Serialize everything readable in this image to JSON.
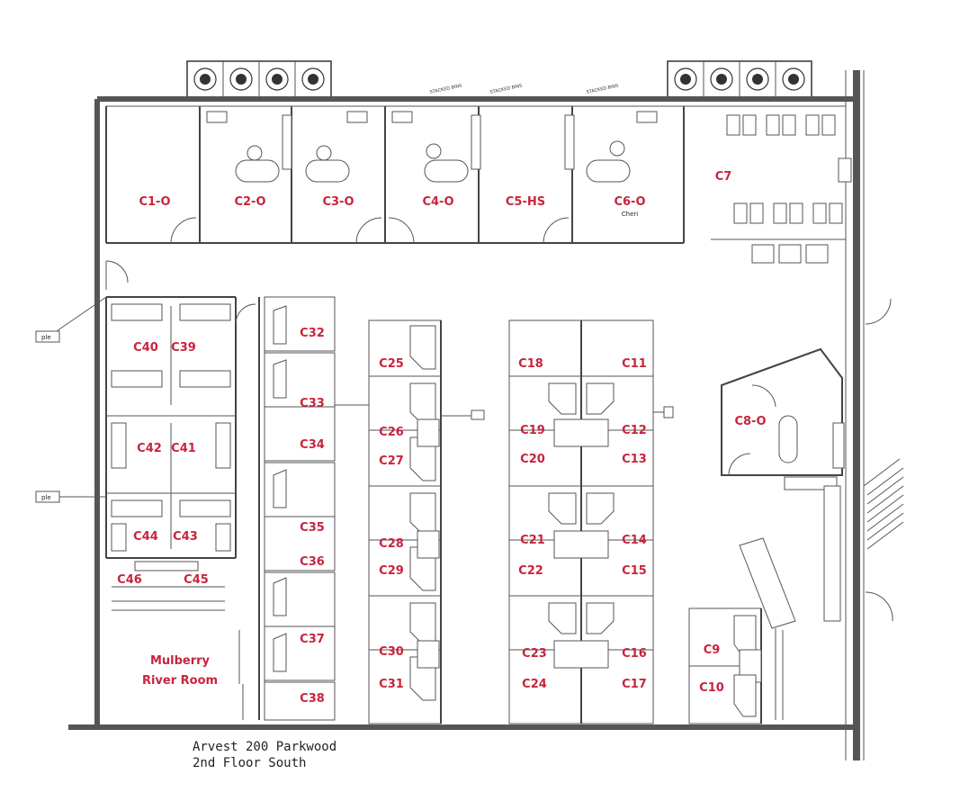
{
  "caption": {
    "line1": "Arvest 200 Parkwood",
    "line2": "2nd Floor South"
  },
  "offices": {
    "c1o": "C1-O",
    "c2o": "C2-O",
    "c3o": "C3-O",
    "c4o": "C4-O",
    "c5hs": "C5-HS",
    "c6o": "C6-O",
    "c6o_note": "Cheri",
    "c7": "C7",
    "c8o": "C8-O"
  },
  "room": {
    "line1": "Mulberry",
    "line2": "River Room"
  },
  "cubicles": {
    "c9": "C9",
    "c10": "C10",
    "c11": "C11",
    "c12": "C12",
    "c13": "C13",
    "c14": "C14",
    "c15": "C15",
    "c16": "C16",
    "c17": "C17",
    "c18": "C18",
    "c19": "C19",
    "c20": "C20",
    "c21": "C21",
    "c22": "C22",
    "c23": "C23",
    "c24": "C24",
    "c25": "C25",
    "c26": "C26",
    "c27": "C27",
    "c28": "C28",
    "c29": "C29",
    "c30": "C30",
    "c31": "C31",
    "c32": "C32",
    "c33": "C33",
    "c34": "C34",
    "c35": "C35",
    "c36": "C36",
    "c37": "C37",
    "c38": "C38",
    "c39": "C39",
    "c40": "C40",
    "c41": "C41",
    "c42": "C42",
    "c43": "C43",
    "c44": "C44",
    "c45": "C45",
    "c46": "C46"
  },
  "side_tags": {
    "left_upper": "ple",
    "left_lower": "ple"
  }
}
